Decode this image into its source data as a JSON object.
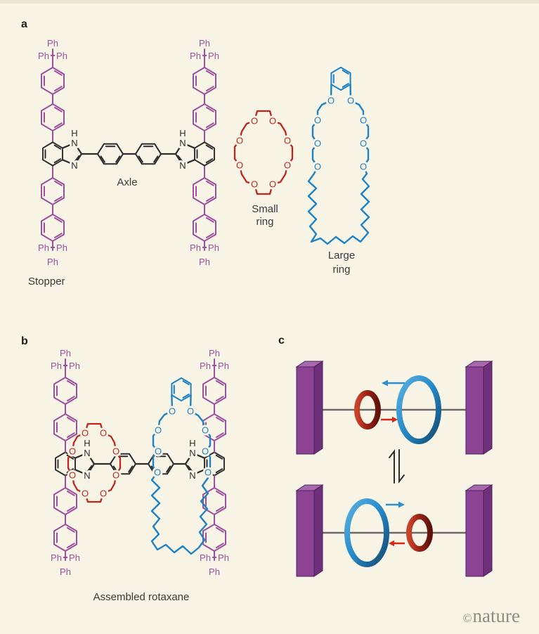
{
  "panel_a": {
    "label": "a",
    "axle_label": "Axle",
    "stopper_label": "Stopper",
    "small_ring": {
      "line1": "Small",
      "line2": "ring"
    },
    "large_ring": {
      "line1": "Large",
      "line2": "ring"
    }
  },
  "panel_b": {
    "label": "b",
    "caption": "Assembled rotaxane"
  },
  "panel_c": {
    "label": "c"
  },
  "atoms": {
    "o": "O",
    "n": "N",
    "h": "H",
    "ph": "Ph"
  },
  "watermark": {
    "copyright": "©",
    "name": "nature"
  },
  "colors": {
    "background": "#f8f4e6",
    "top_strip": "#ece5d1",
    "purple": "#9c4f9e",
    "black": "#2d2d2d",
    "red": "#c1251c",
    "blue": "#1e82c6",
    "label_text": "#3a3a3a",
    "panel_letter": "#1a1a1a",
    "axle_line": "#6a6a6a",
    "block_front": "#8c4394",
    "block_top": "#a868ad",
    "block_side": "#6e2f7b",
    "block_edge": "#4f1f58",
    "watermark_gray": "#8e8d84",
    "arrow_blue": "#2e8fd0",
    "arrow_red": "#cf2a1b"
  }
}
